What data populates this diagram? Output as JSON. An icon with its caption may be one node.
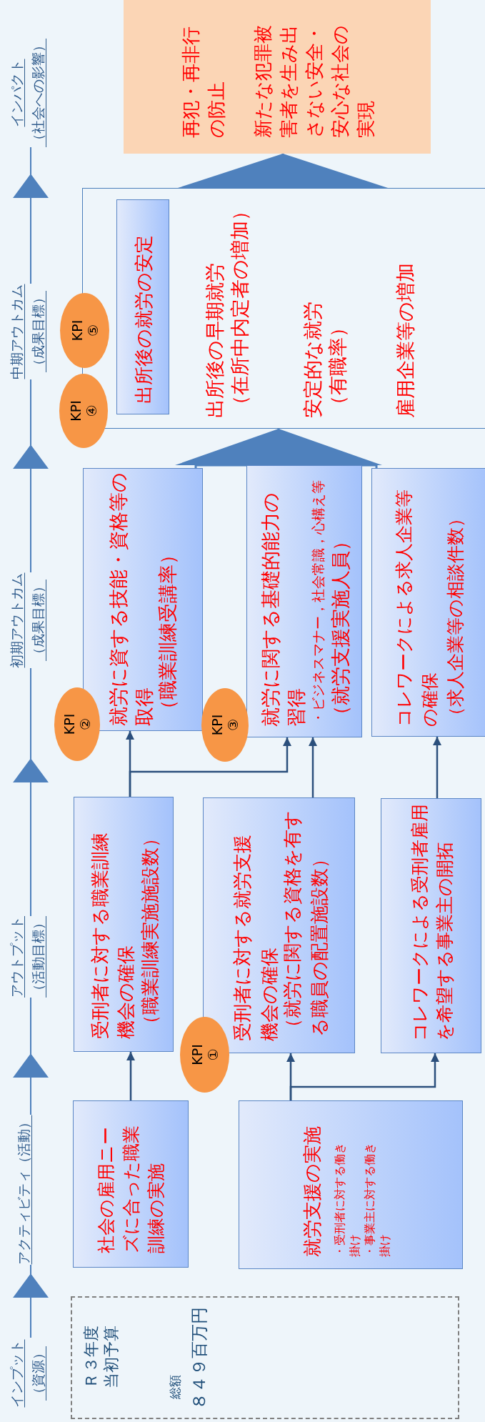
{
  "diagram": {
    "nodes": [
      {
        "text": [
          "Ｒ３年度",
          "当初予算",
          "総額",
          "８４９百万円"
        ]
      },
      {
        "text": [
          "社会の雇用ニーズに合った職業訓練の実施"
        ]
      },
      {
        "text": [
          "就労支援の実施",
          "・受刑者に対する働き掛け",
          "・事業主に対する働き掛け"
        ]
      },
      {
        "text": [
          "受刑者に対する職業訓練機会の確保",
          "（職業訓練実施施設数）"
        ]
      },
      {
        "text": [
          "受刑者に対する就労支援機会の確保",
          "（就労に関する資格を有する職員の配置施設数）"
        ]
      },
      {
        "text": [
          "KPI ①"
        ]
      },
      {
        "text": [
          "コレワークによる受刑者雇用を希望する事業主の開拓"
        ]
      },
      {
        "text": [
          "就労に資する技能・資格等の取得",
          "（職業訓練受講率）"
        ]
      },
      {
        "text": [
          "KPI ②"
        ]
      },
      {
        "text": [
          "就労に関する基礎的能力の習得",
          "・ビジネスマナー，社会常識，心構え等",
          "（就労支援実施人員）"
        ]
      },
      {
        "text": [
          "KPI ③"
        ]
      },
      {
        "text": [
          "コレワークによる求人企業等の確保",
          "（求人企業等の相談件数）"
        ]
      },
      {
        "text": [
          "出所後の早期就労",
          "（在所中内定者の増加）",
          "安定的な就労",
          "（有職率）",
          "雇用企業等の増加"
        ]
      },
      {
        "text": [
          "出所後の就労の安定"
        ],
        "in": 12
      },
      {
        "text": [
          "KPI ④"
        ]
      },
      {
        "text": [
          "KPI ⑤"
        ]
      },
      {
        "text": [
          "再犯・再非行の防止",
          "新たな犯罪被害者を生み出さない安全・安心な社会の実現"
        ]
      },
      {
        "text": [
          "インプット",
          "（資源）"
        ]
      },
      {
        "text": [
          "アクティビティ（活動）"
        ]
      },
      {
        "text": [
          "アウトプット",
          "（活動目標）"
        ]
      },
      {
        "text": [
          "初期アウトカム",
          "（成果目標）"
        ]
      },
      {
        "text": [
          "中期アウトカム",
          "（成果目標）"
        ]
      },
      {
        "text": [
          "インパクト",
          "（社会への影響）"
        ]
      }
    ],
    "edges": [
      {
        "from": 1,
        "to": 3,
        "arrow": "to"
      },
      {
        "from": 2,
        "to": 4,
        "arrow": "to"
      },
      {
        "from": 2,
        "to": 6,
        "arrow": "to"
      },
      {
        "from": 3,
        "to": 7,
        "arrow": "to"
      },
      {
        "from": 3,
        "to": 9,
        "arrow": "to"
      },
      {
        "from": 4,
        "to": 9,
        "arrow": "to"
      },
      {
        "from": 6,
        "to": 11,
        "arrow": "to"
      },
      {
        "from": 7,
        "to": 12,
        "arrow": "to"
      },
      {
        "from": 9,
        "to": 12,
        "arrow": "to"
      },
      {
        "from": 11,
        "to": 12,
        "arrow": "to"
      },
      {
        "from": 12,
        "to": 16,
        "arrow": "to"
      },
      {
        "from": 17,
        "to": 18,
        "arrow": "to"
      },
      {
        "from": 18,
        "to": 19,
        "arrow": "to"
      },
      {
        "from": 19,
        "to": 20,
        "arrow": "to"
      },
      {
        "from": 20,
        "to": 21,
        "arrow": "to"
      },
      {
        "from": 21,
        "to": 22,
        "arrow": "to"
      }
    ]
  }
}
